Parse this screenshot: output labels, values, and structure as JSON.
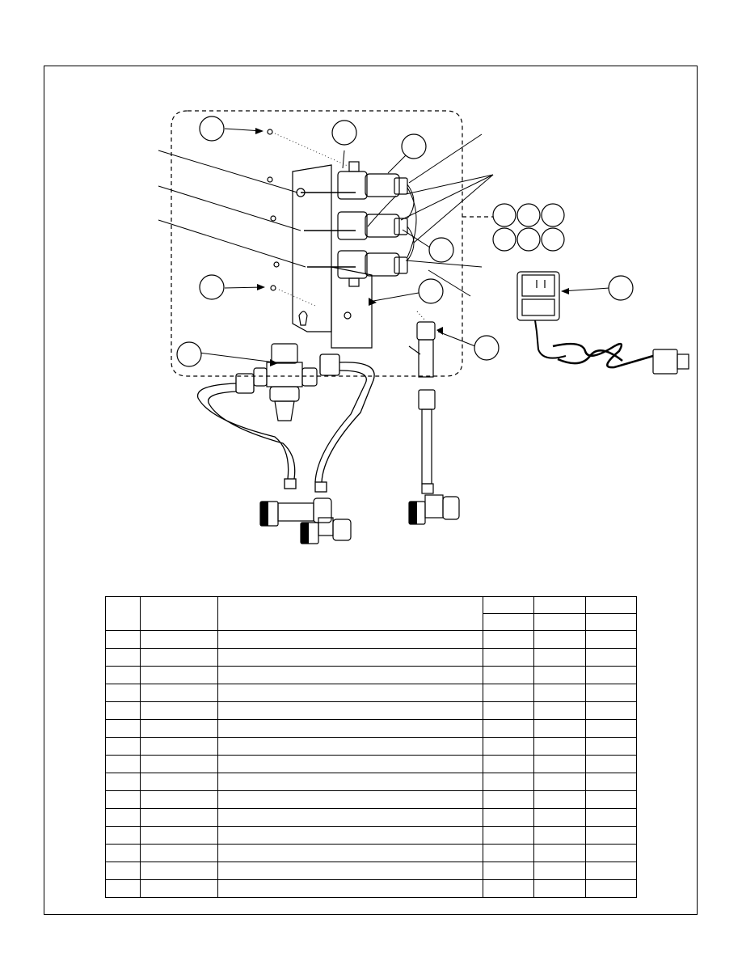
{
  "figure": {
    "callout_count": 16,
    "callouts": [
      "",
      "",
      "",
      "",
      "",
      "",
      "",
      "",
      "",
      "",
      "",
      "",
      "",
      "",
      "",
      ""
    ]
  },
  "parts_table": {
    "header_row_count": 2,
    "body_row_count": 15,
    "column_count": 6
  },
  "colors": {
    "line": "#000000",
    "background": "#ffffff"
  }
}
